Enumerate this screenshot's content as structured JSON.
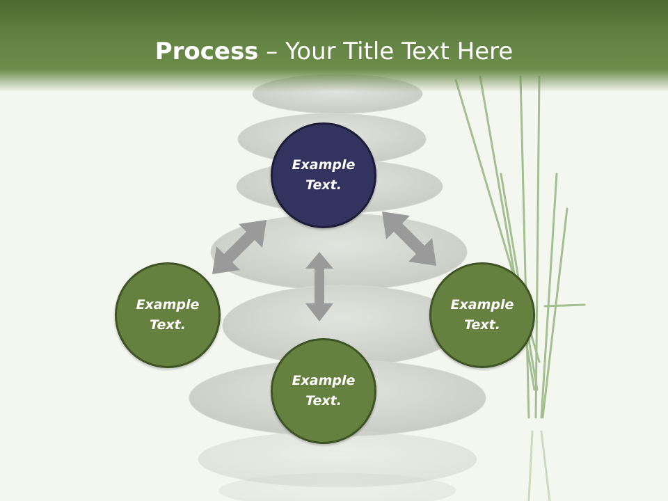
{
  "header": {
    "title_strong": "Process",
    "title_rest": " – Your Title Text Here"
  },
  "diagram": {
    "center": {
      "text": "Example Text."
    },
    "left": {
      "text": "Example Text."
    },
    "right": {
      "text": "Example Text."
    },
    "bottom": {
      "text": "Example Text."
    }
  },
  "colors": {
    "header_green": "#5f8040",
    "circle_green": "#66813f",
    "circle_navy": "#33335f",
    "arrow_gray": "#9a9a9a"
  }
}
